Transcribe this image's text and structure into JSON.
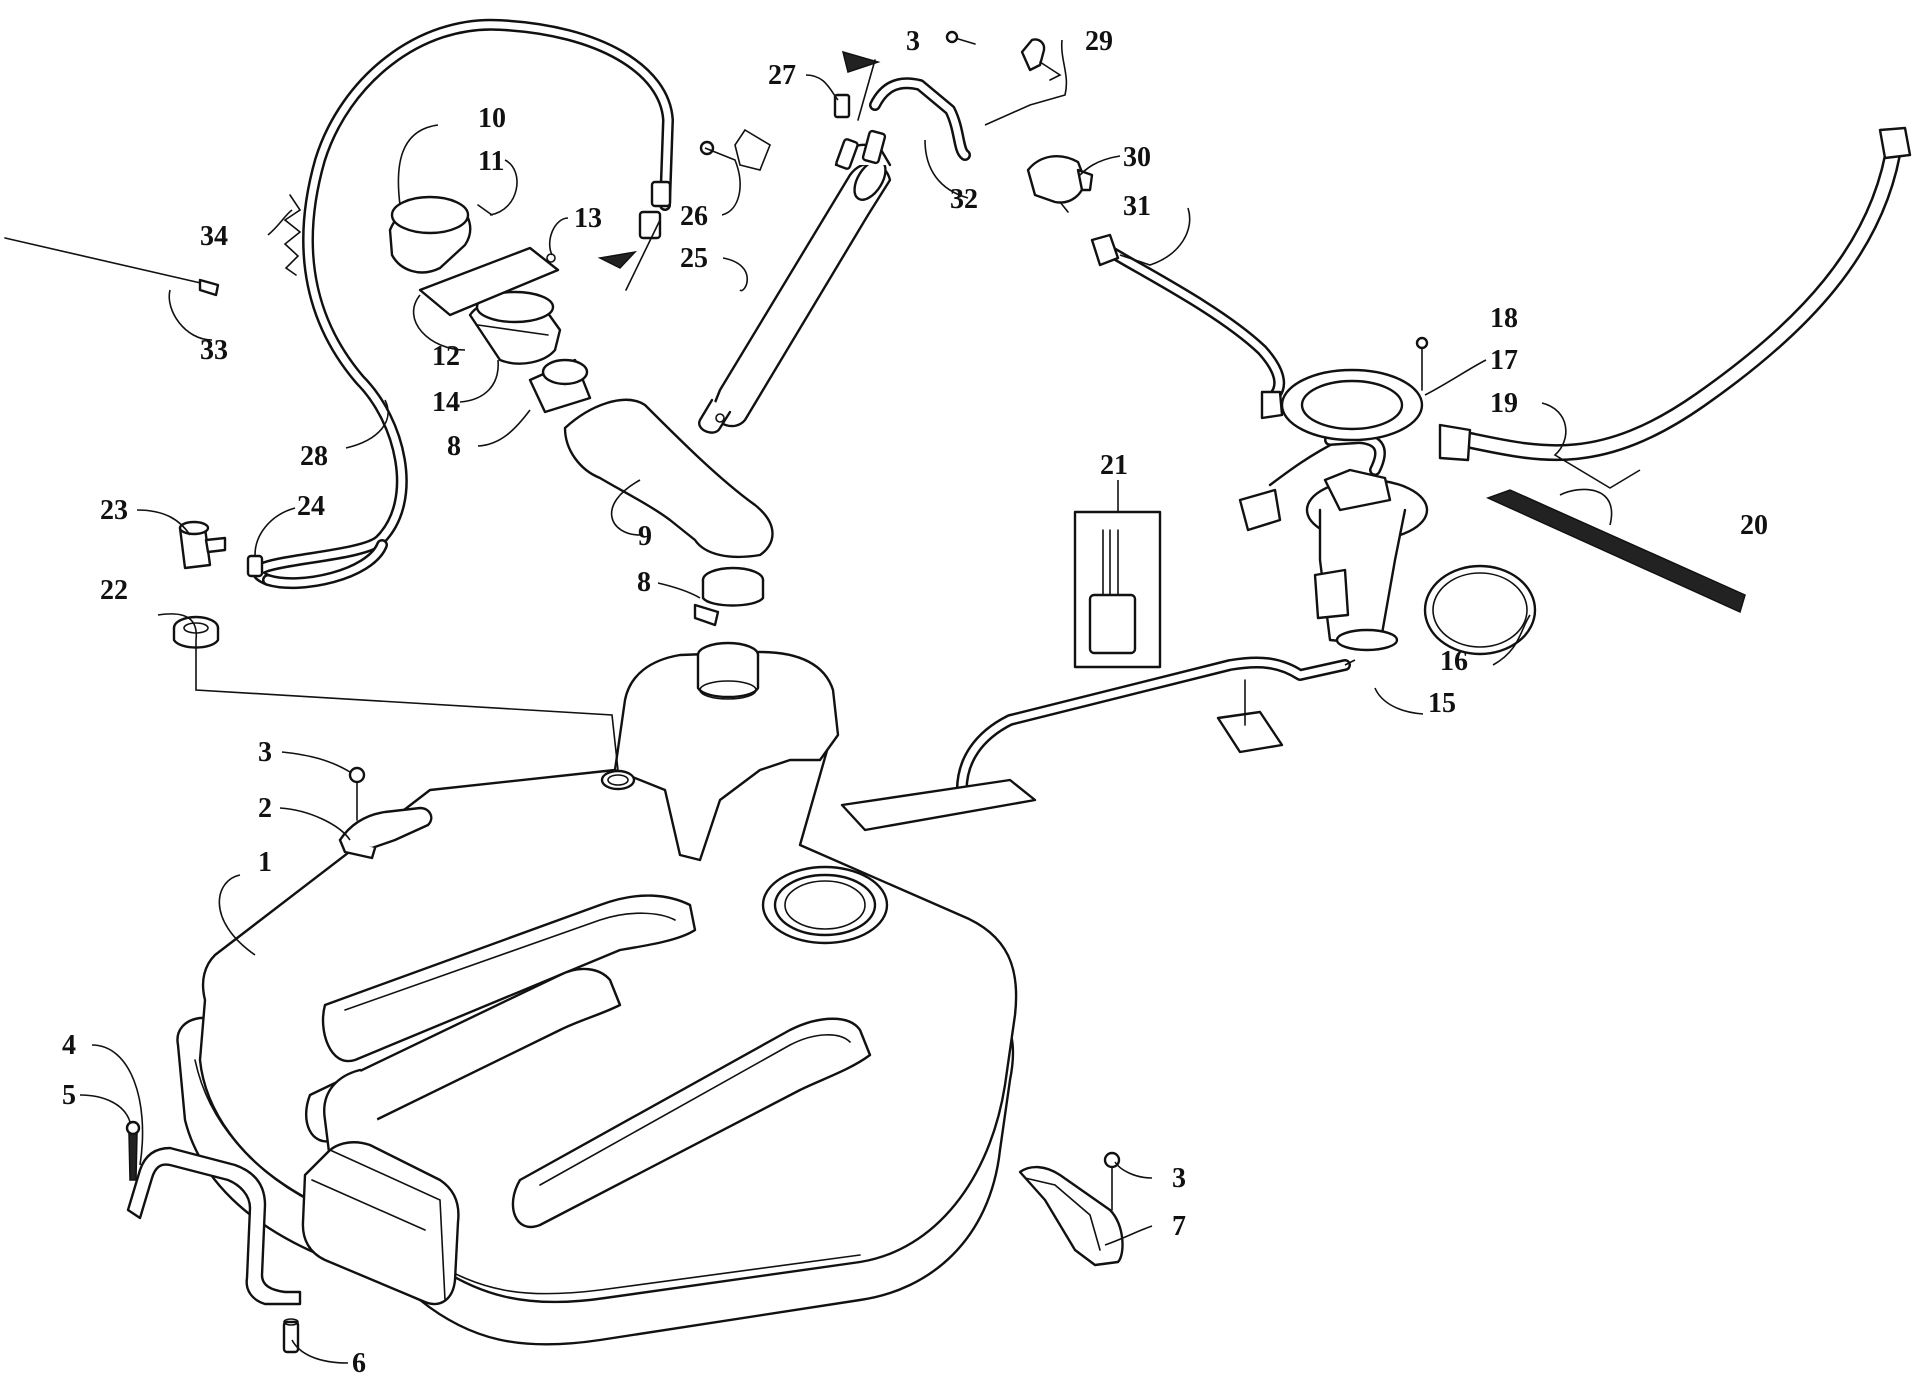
{
  "callouts": [
    {
      "label": "1"
    },
    {
      "label": "2"
    },
    {
      "label": "3"
    },
    {
      "label": "3"
    },
    {
      "label": "3"
    },
    {
      "label": "4"
    },
    {
      "label": "5"
    },
    {
      "label": "6"
    },
    {
      "label": "7"
    },
    {
      "label": "8"
    },
    {
      "label": "8"
    },
    {
      "label": "9"
    },
    {
      "label": "10"
    },
    {
      "label": "11"
    },
    {
      "label": "12"
    },
    {
      "label": "13"
    },
    {
      "label": "14"
    },
    {
      "label": "15"
    },
    {
      "label": "16"
    },
    {
      "label": "17"
    },
    {
      "label": "18"
    },
    {
      "label": "19"
    },
    {
      "label": "20"
    },
    {
      "label": "21"
    },
    {
      "label": "22"
    },
    {
      "label": "23"
    },
    {
      "label": "24"
    },
    {
      "label": "25"
    },
    {
      "label": "26"
    },
    {
      "label": "27"
    },
    {
      "label": "28"
    },
    {
      "label": "29"
    },
    {
      "label": "30"
    },
    {
      "label": "31"
    },
    {
      "label": "32"
    },
    {
      "label": "33"
    },
    {
      "label": "34"
    }
  ]
}
